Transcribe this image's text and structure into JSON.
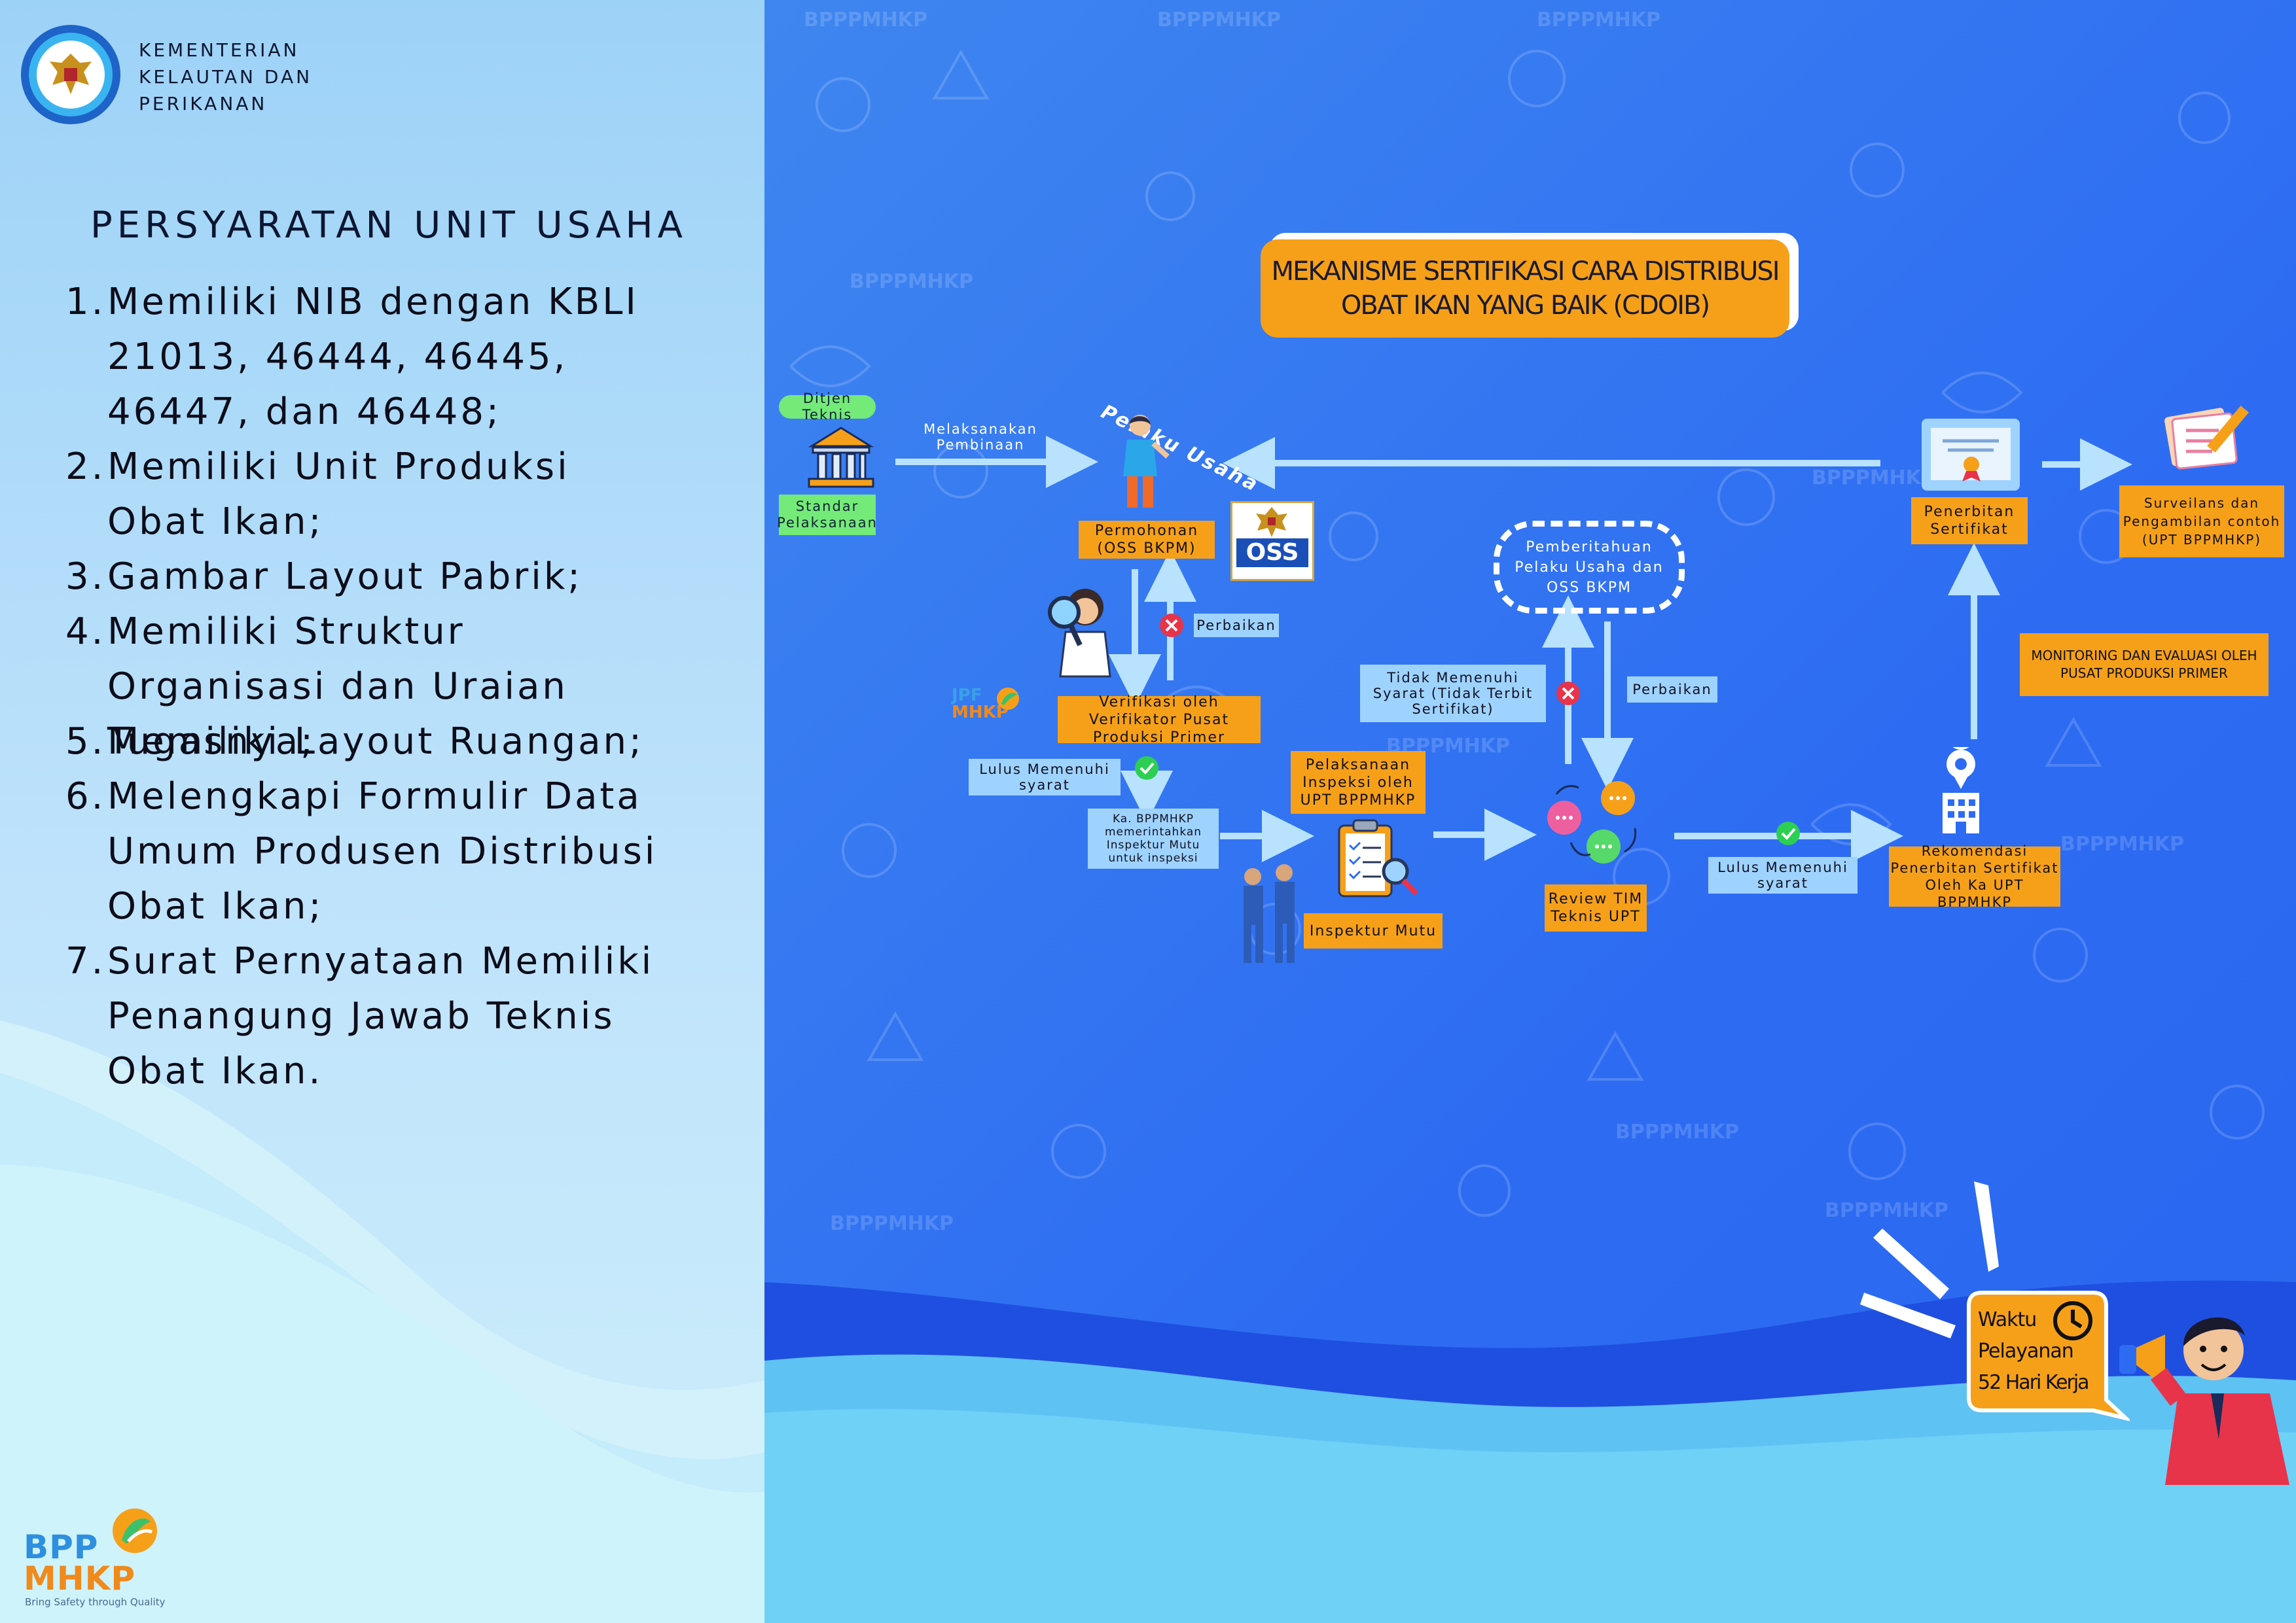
{
  "ministry": {
    "name_lines": [
      "KEMENTERIAN",
      "KELAUTAN DAN",
      "PERIKANAN"
    ],
    "logo_icon": "garuda-emblem-icon"
  },
  "requirements": {
    "title": "PERSYARATAN UNIT USAHA",
    "items": [
      {
        "num": "1.",
        "text": "Memiliki NIB dengan KBLI 21013, 46444, 46445, 46447, dan 46448;"
      },
      {
        "num": "2.",
        "text": "Memiliki Unit Produksi Obat Ikan;"
      },
      {
        "num": "3.",
        "text": "Gambar Layout Pabrik;"
      },
      {
        "num": "4.",
        "text": "Memiliki Struktur Organisasi dan Uraian Tugasnya;"
      },
      {
        "num": "5.",
        "text": "Memiliki Layout Ruangan;"
      },
      {
        "num": "6.",
        "text": "Melengkapi Formulir Data Umum Produsen Distribusi Obat Ikan;"
      },
      {
        "num": "7.",
        "text": "Surat Pernyataan Memiliki Penangung Jawab Teknis Obat Ikan."
      }
    ]
  },
  "bppmhkp_logo": {
    "line1": "BPP",
    "line2": "MHKP",
    "tagline": "Bring Safety through Quality"
  },
  "flowchart": {
    "title_line1": "MEKANISME SERTIFIKASI CARA DISTRIBUSI",
    "title_line2": "OBAT IKAN YANG BAIK (CDOIB)",
    "ditjen_teknis": "Ditjen Teknis",
    "standar_pelaksanaan": "Standar Pelaksanaan",
    "melaksanakan_pembinaan": "Melaksanakan Pembinaan",
    "pelaku_usaha": "Pelaku Usaha",
    "permohonan": "Permohonan (OSS BKPM)",
    "oss_logo": "OSS",
    "perbaikan_1": "Perbaikan",
    "verifikasi": "Verifikasi oleh Verifikator Pusat Produksi Primer",
    "jpf_logo_line1": "JPF",
    "jpf_logo_line2": "MHKP",
    "lulus_1": "Lulus Memenuhi syarat",
    "ka_bppmhkp": "Ka. BPPMHKP memerintahkan Inspektur Mutu untuk inspeksi",
    "pelaksanaan_inspeksi": "Pelaksanaan Inspeksi oleh UPT BPPMHKP",
    "inspektur_mutu": "Inspektur Mutu",
    "pemberitahuan": "Pemberitahuan Pelaku Usaha dan OSS BKPM",
    "tidak_memenuhi": "Tidak Memenuhi Syarat (Tidak Terbit Sertifikat)",
    "perbaikan_2": "Perbaikan",
    "review_tim": "Review TIM Teknis UPT",
    "lulus_2": "Lulus Memenuhi syarat",
    "rekomendasi": "Rekomendasi Penerbitan Sertifikat Oleh Ka UPT BPPMHKP",
    "monitoring": "MONITORING DAN EVALUASI OLEH PUSAT PRODUKSI PRIMER",
    "penerbitan": "Penerbitan Sertifikat",
    "surveilans": "Surveilans dan Pengambilan contoh (UPT BPPMHKP)"
  },
  "service_time": {
    "line1": "Waktu",
    "line2": "Pelayanan",
    "line3": "52 Hari Kerja"
  },
  "watermark_text": "BPPPMHKP",
  "colors": {
    "orange": "#f6a01a",
    "light_blue": "#9fd3ff",
    "green": "#74ea79",
    "bg_blue": "#2d6cf2",
    "left_panel": "#a9d8f8",
    "red_x": "#e8344a",
    "green_check": "#2ccf52"
  }
}
